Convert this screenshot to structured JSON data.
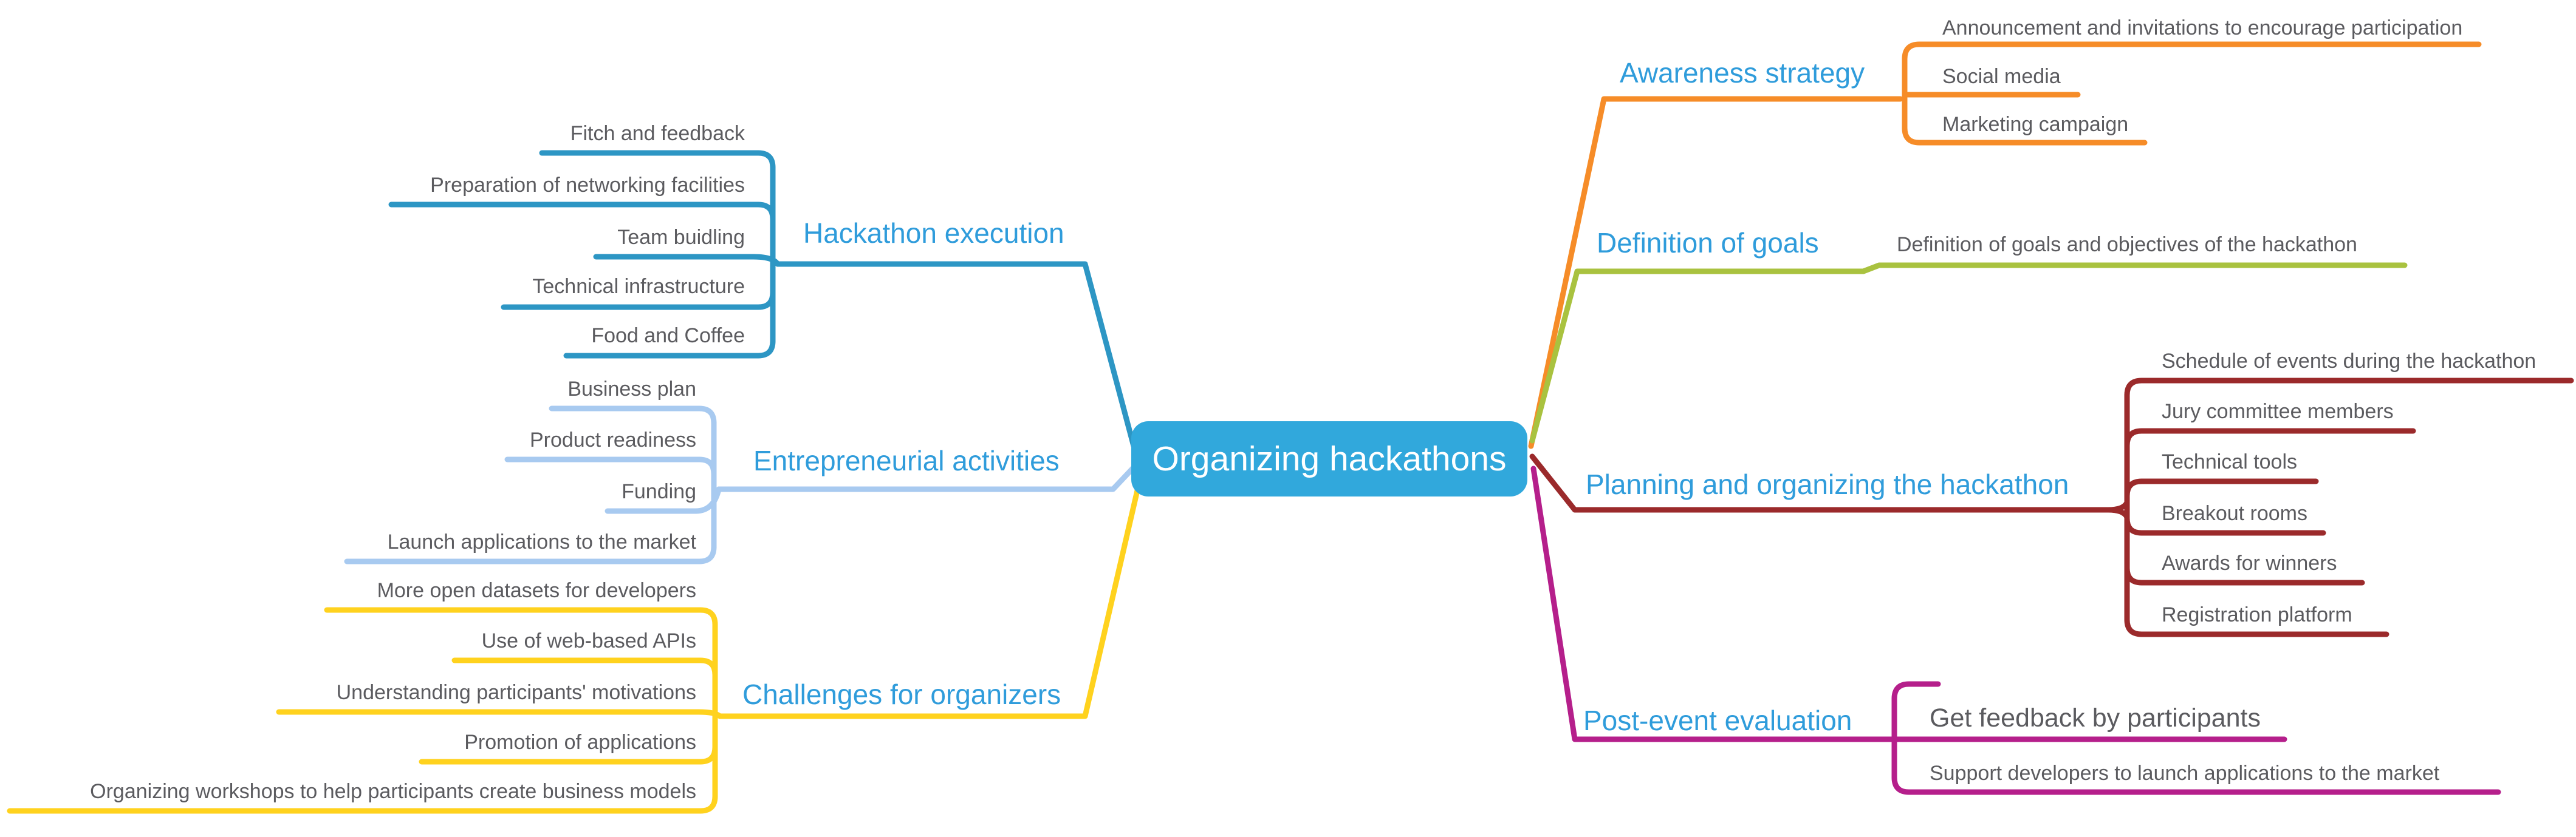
{
  "root": {
    "label": "Organizing hackathons",
    "bg_color": "#31A8DC",
    "text_color": "#FFFFFF"
  },
  "styles": {
    "branch_label_color": "#2F9CDB",
    "child_text_color": "#5B5B5F",
    "background_color": "#FFFFFF"
  },
  "branches": [
    {
      "label": "Awareness strategy",
      "color": "#F68C28",
      "side": "right",
      "children": [
        "Announcement and invitations to encourage participation",
        "Social media",
        "Marketing campaign"
      ]
    },
    {
      "label": "Definition of goals",
      "color": "#A9C23F",
      "side": "right",
      "children": [
        "Definition of goals and objectives of the hackathon"
      ]
    },
    {
      "label": "Planning and organizing the hackathon",
      "color": "#9B2A2B",
      "side": "right",
      "children": [
        "Schedule of events during the hackathon",
        "Jury committee members",
        "Technical tools",
        "Breakout rooms",
        "Awards for winners",
        "Registration platform"
      ]
    },
    {
      "label": "Post-event evaluation",
      "color": "#B51F8B",
      "side": "right",
      "children": [
        "Get feedback by participants",
        "Support developers to launch applications to the market"
      ]
    },
    {
      "label": "Hackathon execution",
      "color": "#2D96C4",
      "side": "left",
      "children": [
        "Fitch and feedback",
        "Preparation of networking facilities",
        "Team buidling",
        "Technical infrastructure",
        "Food and Coffee"
      ]
    },
    {
      "label": "Entrepreneurial activities",
      "color": "#A8CAF0",
      "side": "left",
      "children": [
        "Business plan",
        "Product readiness",
        "Funding",
        "Launch applications to the market"
      ]
    },
    {
      "label": "Challenges for organizers",
      "color": "#FFD21E",
      "side": "left",
      "children": [
        "More open datasets for developers",
        "Use of web-based APIs",
        "Understanding participants' motivations",
        "Promotion of applications",
        "Organizing workshops to help participants create business models"
      ]
    }
  ]
}
